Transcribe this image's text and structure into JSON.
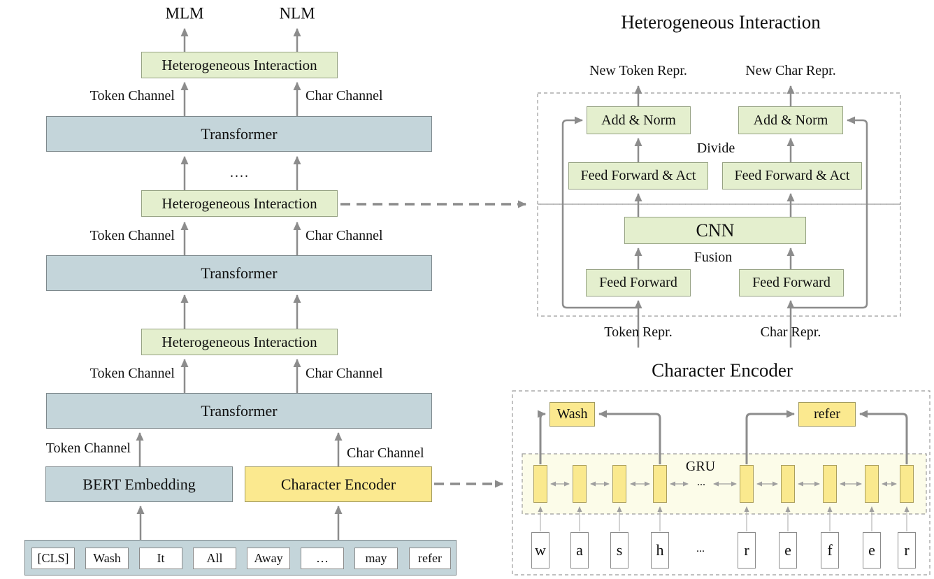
{
  "main": {
    "mlm": "MLM",
    "nlm": "NLM",
    "hi": "Heterogeneous Interaction",
    "transformer": "Transformer",
    "token_channel": "Token Channel",
    "char_channel": "Char Channel",
    "dots": "....",
    "bert": "BERT Embedding",
    "char_encoder": "Character Encoder",
    "tokens": [
      "[CLS]",
      "Wash",
      "It",
      "All",
      "Away",
      "…",
      "may",
      "refer"
    ]
  },
  "hi_detail": {
    "title": "Heterogeneous Interaction",
    "new_token": "New Token Repr.",
    "new_char": "New Char Repr.",
    "add_norm": "Add & Norm",
    "divide": "Divide",
    "ff_act": "Feed Forward & Act",
    "cnn": "CNN",
    "fusion": "Fusion",
    "ff": "Feed Forward",
    "token_repr": "Token Repr.",
    "char_repr": "Char Repr."
  },
  "char_detail": {
    "title": "Character Encoder",
    "word_left": "Wash",
    "word_right": "refer",
    "gru": "GRU",
    "dots3": "...",
    "chars_left": [
      "w",
      "a",
      "s",
      "h"
    ],
    "chars_right": [
      "r",
      "e",
      "f",
      "e",
      "r"
    ]
  },
  "colors": {
    "green_fill": "#e4efce",
    "blue_fill": "#c4d5da",
    "yellow_fill": "#fbe98f",
    "inner_gru_fill": "#fcfce9",
    "arrow_gray": "#8c8c8c"
  }
}
